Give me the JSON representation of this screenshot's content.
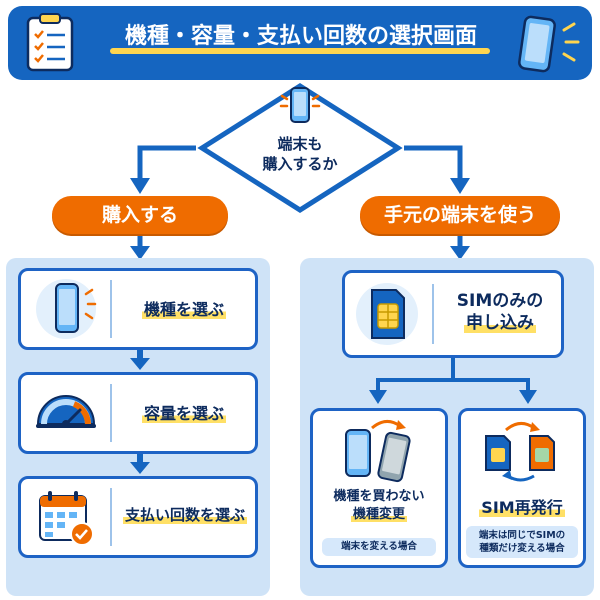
{
  "title": "機種・容量・支払い回数の選択画面",
  "decision": {
    "line1": "端末も",
    "line2": "購入するか"
  },
  "branches": {
    "left": "購入する",
    "right": "手元の端末を使う"
  },
  "left_steps": [
    {
      "label": "機種を選ぶ",
      "icon": "smartphone-icon"
    },
    {
      "label": "容量を選ぶ",
      "icon": "gauge-icon"
    },
    {
      "label": "支払い回数を選ぶ",
      "icon": "calendar-check-icon"
    }
  ],
  "sim_only": {
    "line1": "SIMのみの",
    "line2": "申し込み",
    "icon": "sim-card-icon"
  },
  "options": [
    {
      "line1": "機種を買わない",
      "line2": "機種変更",
      "note": "端末を変える場合",
      "icon": "phone-swap-icon"
    },
    {
      "line1": "SIM再発行",
      "line2": "",
      "note_line1": "端末は同じでSIMの",
      "note_line2": "種類だけ変える場合",
      "icon": "sim-swap-icon"
    }
  ],
  "colors": {
    "primary": "#1565c0",
    "accent": "#ef6c00",
    "highlight": "#ffe066",
    "panel": "#cfe3f7"
  }
}
